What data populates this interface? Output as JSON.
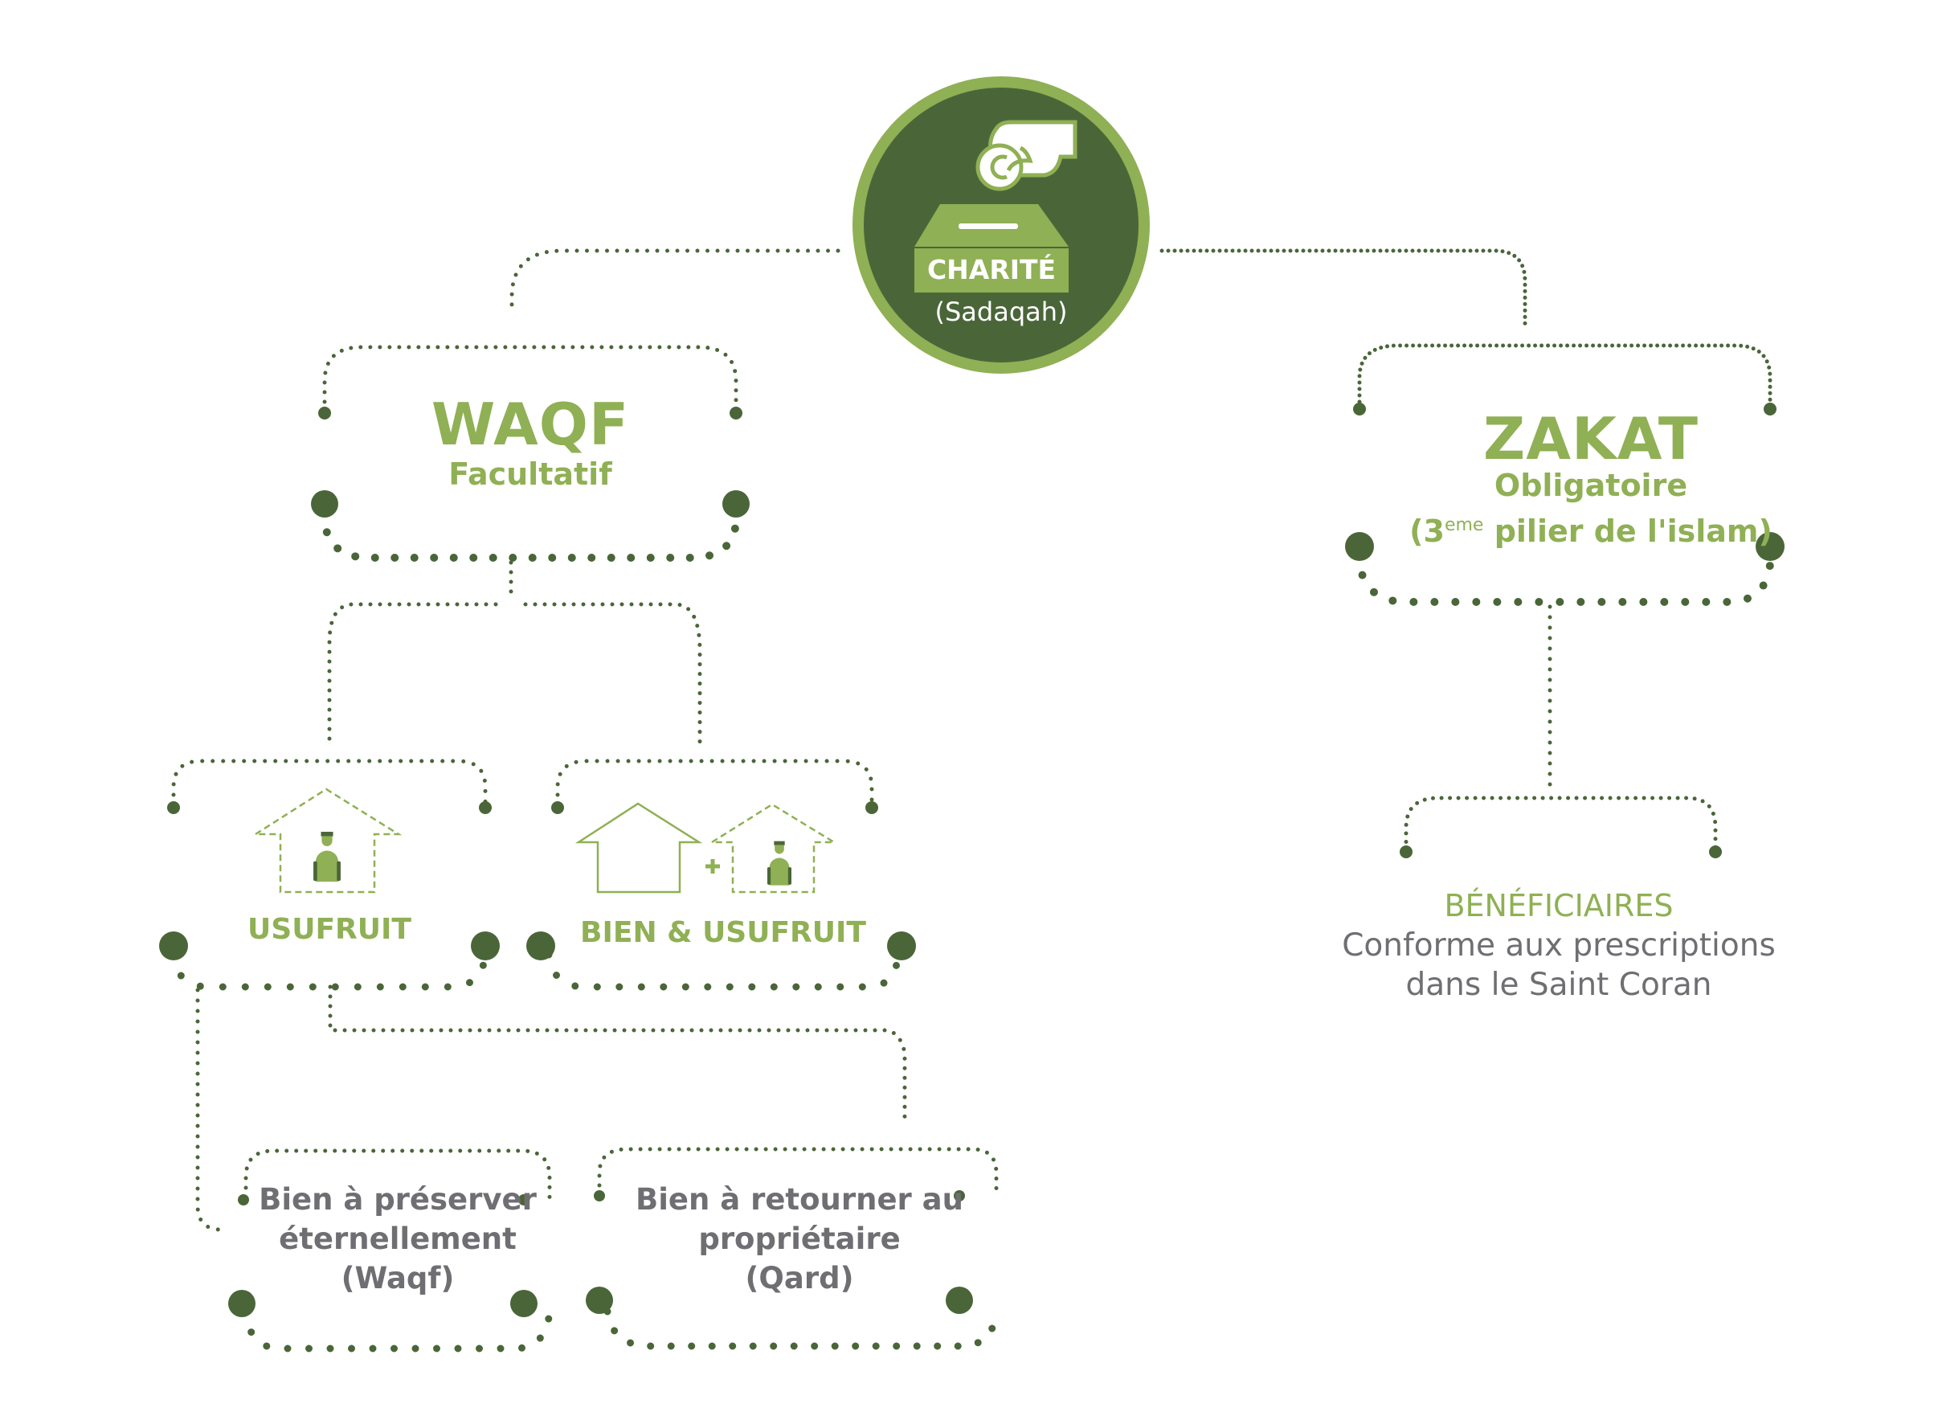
{
  "colors": {
    "dark_green": "#4a6639",
    "light_green": "#8fb054",
    "grey_text": "#6f6f73",
    "white": "#ffffff"
  },
  "root": {
    "icon": "hand-dropping-coin-into-box-icon",
    "box_label": "CHARITÉ",
    "subtitle": "(Sadaqah)"
  },
  "waqf": {
    "title": "WAQF",
    "subtitle": "Facultatif"
  },
  "zakat": {
    "title": "ZAKAT",
    "subtitle": "Obligatoire",
    "pillar_prefix": "(3",
    "pillar_sup": "eme",
    "pillar_suffix": " pilier de l'islam)"
  },
  "usufruit": {
    "icon": "house-with-person-dashed-icon",
    "label": "USUFRUIT"
  },
  "bien_usufruit": {
    "icons": [
      "house-outline-icon",
      "plus-icon",
      "house-with-person-dashed-icon"
    ],
    "plus": "+",
    "label": "BIEN & USUFRUIT"
  },
  "preserve": {
    "lines": [
      "Bien à préserver",
      "éternellement",
      "(Waqf)"
    ]
  },
  "retour": {
    "lines": [
      "Bien à retourner au",
      "propriétaire",
      "(Qard)"
    ]
  },
  "beneficiaires": {
    "title": "BÉNÉFICIAIRES",
    "lines": [
      "Conforme aux prescriptions",
      "dans le Saint Coran"
    ]
  }
}
